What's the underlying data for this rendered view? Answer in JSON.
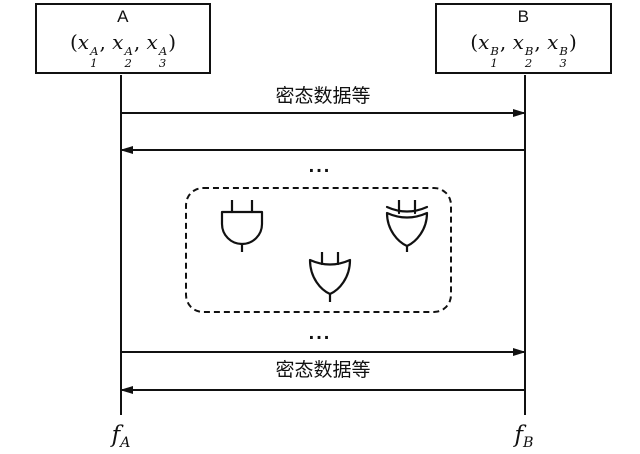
{
  "canvas": {
    "background": "#ffffff",
    "line_color": "#111111"
  },
  "parties": {
    "a": {
      "title": "A",
      "tuple": {
        "open": "(",
        "close": ")",
        "separator": ", ",
        "vars": [
          {
            "base": "x",
            "sub": "1",
            "sup": "A"
          },
          {
            "base": "x",
            "sub": "2",
            "sup": "A"
          },
          {
            "base": "x",
            "sub": "3",
            "sup": "A"
          }
        ]
      }
    },
    "b": {
      "title": "B",
      "tuple": {
        "open": "(",
        "close": ")",
        "separator": ", ",
        "vars": [
          {
            "base": "x",
            "sub": "1",
            "sup": "B"
          },
          {
            "base": "x",
            "sub": "2",
            "sup": "B"
          },
          {
            "base": "x",
            "sub": "3",
            "sup": "B"
          }
        ]
      }
    }
  },
  "messages": {
    "top_label": "密态数据等",
    "bottom_label": "密态数据等"
  },
  "ellipsis": {
    "top": "...",
    "bottom": "..."
  },
  "circuit": {
    "gates": [
      "and-gate",
      "xor-gate",
      "or-gate"
    ]
  },
  "outputs": {
    "a": {
      "base": "f",
      "sub": "A"
    },
    "b": {
      "base": "f",
      "sub": "B"
    }
  }
}
